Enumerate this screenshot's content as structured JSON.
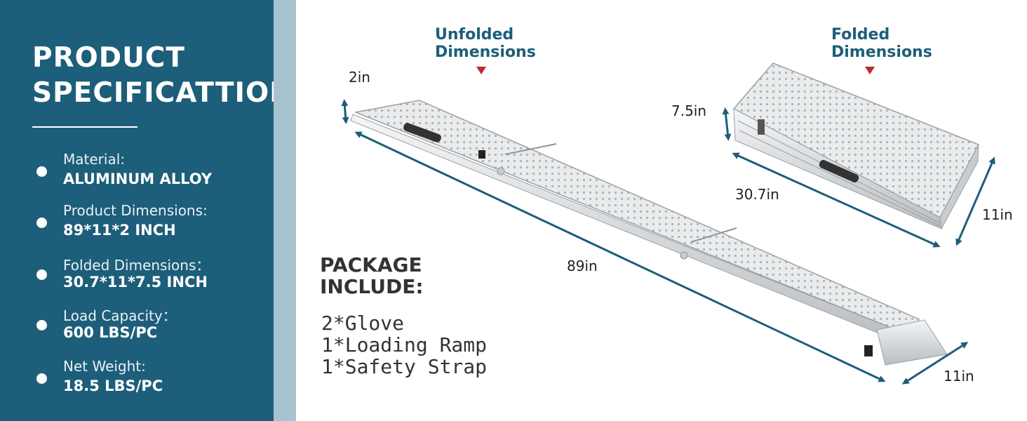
{
  "panel": {
    "title_line1": "PRODUCT",
    "title_line2": "SPECIFICATTION",
    "specs": [
      {
        "label": "Material:",
        "value": "ALUMINUM ALLOY"
      },
      {
        "label": "Product Dimensions:",
        "value": "89*11*2 INCH"
      },
      {
        "label": "Folded Dimensions：",
        "value": "30.7*11*7.5 INCH"
      },
      {
        "label": "Load Capacity：",
        "value": "600 LBS/PC"
      },
      {
        "label": "Net Weight:",
        "value": "18.5 LBS/PC"
      }
    ]
  },
  "unfolded": {
    "heading_line1": "Unfolded",
    "heading_line2": "Dimensions",
    "height": "2in",
    "length": "89in",
    "width": "11in"
  },
  "folded": {
    "heading_line1": "Folded",
    "heading_line2": "Dimensions",
    "height": "7.5in",
    "length": "30.7in",
    "width": "11in"
  },
  "package": {
    "title_line1": "PACKAGE",
    "title_line2": "INCLUDE:",
    "items": [
      "2*Glove",
      "1*Loading Ramp",
      "1*Safety Strap"
    ]
  },
  "colors": {
    "panel": "#1d5e7a",
    "strip": "#a7c3cf",
    "heading": "#1d5e7a",
    "marker": "#c1272d",
    "arrow": "#1d5e7a"
  }
}
